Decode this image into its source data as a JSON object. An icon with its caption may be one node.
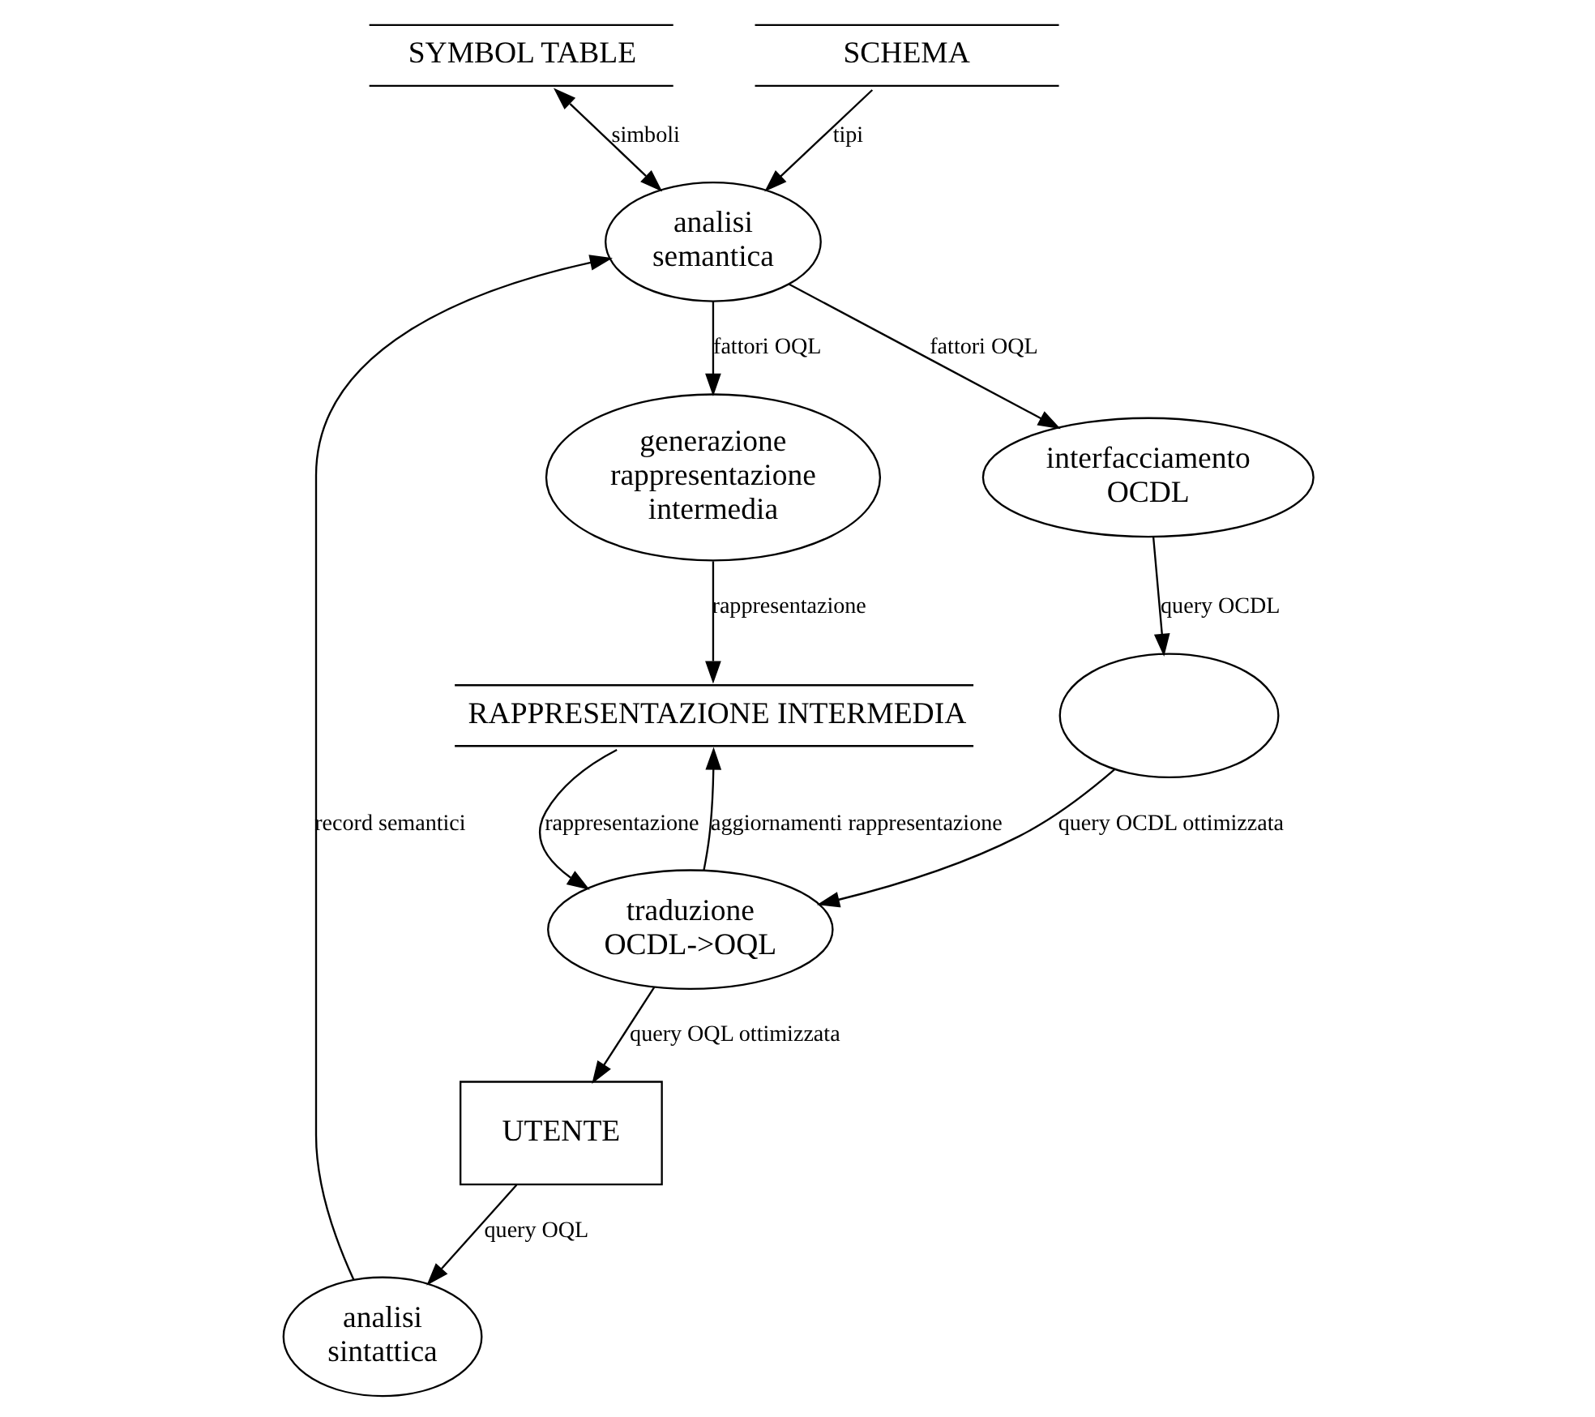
{
  "diagram": {
    "nodes": [
      {
        "text": [
          "SYMBOL TABLE"
        ]
      },
      {
        "text": [
          "SCHEMA"
        ]
      },
      {
        "text": [
          "analisi sintattica"
        ]
      },
      {
        "text": [
          "analisi semantica"
        ]
      },
      {
        "text": [
          "generazione rappresentazione intermedia"
        ]
      },
      {
        "text": [
          "interfacciamento OCDL"
        ]
      },
      {
        "text": [
          "UTENTE"
        ]
      },
      {
        "text": [
          "RAPPRESENTAZIONE INTERMEDIA"
        ]
      },
      {
        "text": [
          "traduzione OCDL->OQL"
        ]
      },
      {
        "text": [],
        "shape": "ellipse"
      }
    ],
    "edges": [
      {
        "from": 0,
        "to": 3,
        "arrow": "both",
        "label": "simboli"
      },
      {
        "from": 1,
        "to": 3,
        "arrow": "to",
        "label": "tipi"
      },
      {
        "from": 2,
        "to": 3,
        "arrow": "to",
        "label": "record semantici"
      },
      {
        "from": 3,
        "to": 4,
        "arrow": "to",
        "label": "fattori OQL"
      },
      {
        "from": 3,
        "to": 5,
        "arrow": "to",
        "label": "fattori OQL"
      },
      {
        "from": 6,
        "to": 2,
        "arrow": "to",
        "label": "query OQL"
      },
      {
        "from": 4,
        "to": 7,
        "arrow": "to",
        "label": "rappresentazione"
      },
      {
        "from": 5,
        "to": 9,
        "arrow": "to",
        "label": "query OCDL"
      },
      {
        "from": 7,
        "to": 8,
        "arrow": "to",
        "label": "rappresentazione"
      },
      {
        "from": 8,
        "to": 7,
        "arrow": "to",
        "label": "aggiornamenti rappresentazione"
      },
      {
        "from": 9,
        "to": 8,
        "arrow": "to",
        "label": "query OCDL ottimizzata"
      },
      {
        "from": 8,
        "to": 6,
        "arrow": "to",
        "label": "query OQL ottimizzata"
      }
    ]
  }
}
